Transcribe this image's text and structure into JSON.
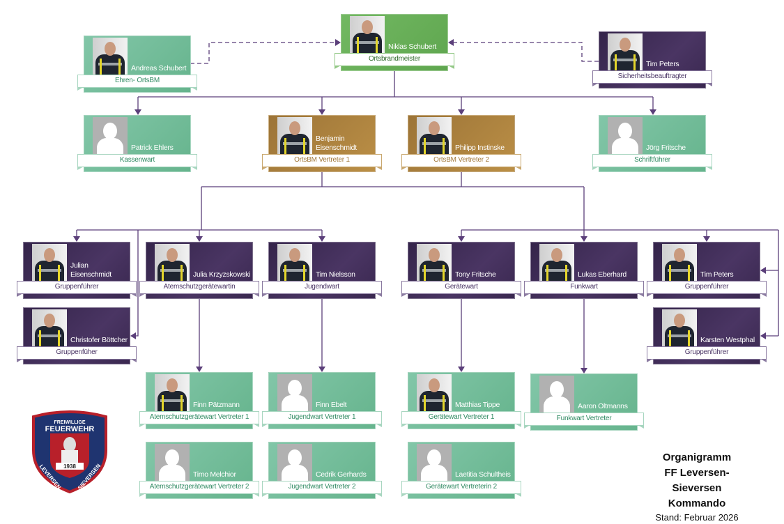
{
  "cards": [
    {
      "name": "Niklas Schubert",
      "role": "Ortsbrandmeister",
      "theme": "lead",
      "photo": "photo"
    },
    {
      "name": "Andreas Schubert",
      "role": "Ehren- OrtsBM",
      "theme": "green",
      "photo": "photo"
    },
    {
      "name": "Tim Peters",
      "role": "Sicherheitsbeauftragter",
      "theme": "purple",
      "photo": "photo"
    },
    {
      "name": "Patrick Ehlers",
      "role": "Kassenwart",
      "theme": "green",
      "photo": "placeholder"
    },
    {
      "name": "Benjamin Eisenschmidt",
      "role": "OrtsBM Vertreter 1",
      "theme": "gold",
      "photo": "photo"
    },
    {
      "name": "Philipp Instinske",
      "role": "OrtsBM Vertreter 2",
      "theme": "gold",
      "photo": "photo"
    },
    {
      "name": "Jörg Fritsche",
      "role": "Schriftführer",
      "theme": "green",
      "photo": "placeholder"
    },
    {
      "name": "Julian Eisenschmidt",
      "role": "Gruppenführer",
      "theme": "purple",
      "photo": "photo"
    },
    {
      "name": "Julia Krzyzskowski",
      "role": "Atemschutzgerätewartin",
      "theme": "purple",
      "photo": "photo"
    },
    {
      "name": "Tim Nielsson",
      "role": "Jugendwart",
      "theme": "purple",
      "photo": "photo"
    },
    {
      "name": "Tony Fritsche",
      "role": "Gerätewart",
      "theme": "purple",
      "photo": "photo"
    },
    {
      "name": "Lukas Eberhard",
      "role": "Funkwart",
      "theme": "purple",
      "photo": "photo"
    },
    {
      "name": "Tim Peters",
      "role": "Gruppenführer",
      "theme": "purple",
      "photo": "photo"
    },
    {
      "name": "Christofer Böttcher",
      "role": "Gruppenfüher",
      "theme": "purple",
      "photo": "photo"
    },
    {
      "name": "Karsten Westphal",
      "role": "Gruppenführer",
      "theme": "purple",
      "photo": "photo"
    },
    {
      "name": "Finn Pätzmann",
      "role": "Atemschutzgerätewart Vertreter 1",
      "theme": "green",
      "photo": "photo"
    },
    {
      "name": "Finn Ebelt",
      "role": "Jugendwart Vertreter 1",
      "theme": "green",
      "photo": "placeholder"
    },
    {
      "name": "Matthias Tippe",
      "role": "Gerätewart Vertreter 1",
      "theme": "green",
      "photo": "photo"
    },
    {
      "name": "Aaron Oltmanns",
      "role": "Funkwart Vertreter",
      "theme": "green",
      "photo": "placeholder"
    },
    {
      "name": "Timo Melchior",
      "role": "Atemschutzgerätewart Vertreter 2",
      "theme": "green",
      "photo": "placeholder"
    },
    {
      "name": "Cedrik Gerhards",
      "role": "Jugendwart Vertreter 2",
      "theme": "green",
      "photo": "placeholder"
    },
    {
      "name": "Laetitia Schultheis",
      "role": "Gerätewart Vertreterin 2",
      "theme": "green",
      "photo": "placeholder"
    }
  ],
  "logo": {
    "top": "FREIWILLIGE",
    "main": "FEUERWEHR",
    "year": "1938",
    "left": "LEVERSEN",
    "right": "SIEVERSEN"
  },
  "title": {
    "line1": "Organigramm",
    "line2": "FF Leversen-Sieversen",
    "line3": "Kommando",
    "stand": "Stand: Februar 2026"
  },
  "colors": {
    "connector": "#5b3f7a",
    "green": "#74bd9b",
    "lead": "#68ae58",
    "gold": "#aa803e",
    "purple": "#3e2b55"
  }
}
